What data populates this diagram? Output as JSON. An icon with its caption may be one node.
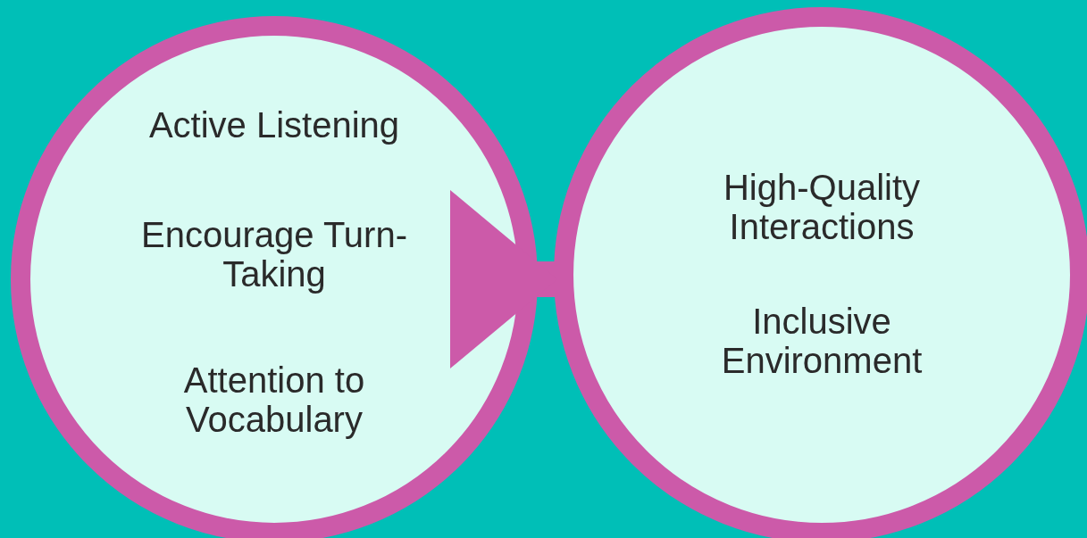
{
  "diagram": {
    "nodes": [
      {
        "text": [
          "Active Listening",
          "Encourage Turn-Taking",
          "Attention to Vocabulary"
        ]
      },
      {
        "text": [
          "High-Quality Interactions",
          "Inclusive Environment"
        ]
      }
    ],
    "edges": [
      {
        "from": 0,
        "to": 1,
        "arrow": "to"
      }
    ]
  }
}
